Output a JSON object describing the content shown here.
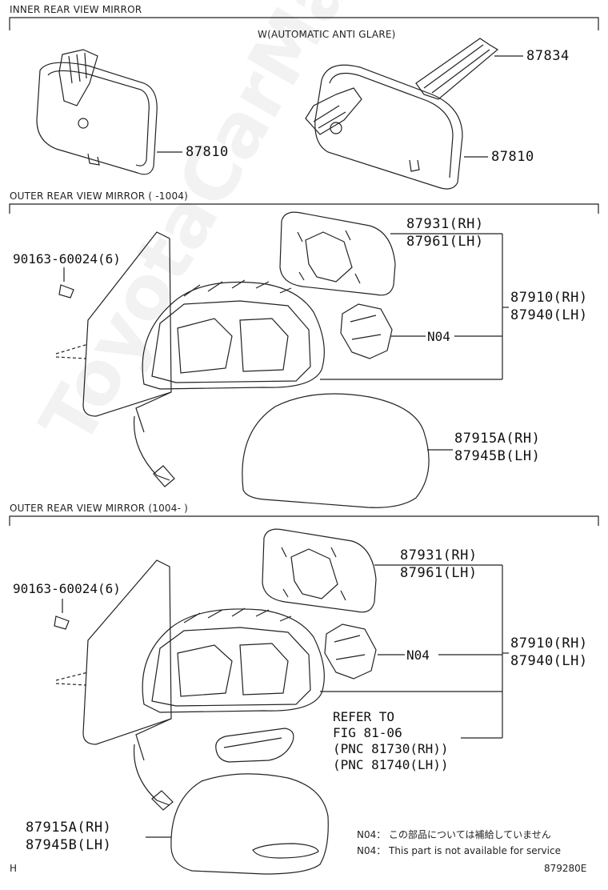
{
  "sections": {
    "inner": "INNER REAR VIEW MIRROR",
    "outer1": "OUTER REAR VIEW MIRROR (    -1004)",
    "outer2": "OUTER REAR VIEW MIRROR (1004-    )"
  },
  "inner": {
    "variant_label": "W(AUTOMATIC ANTI GLARE)",
    "p87810_a": "87810",
    "p87810_b": "87810",
    "p87834": "87834"
  },
  "outer1": {
    "bolt": "90163-60024(6)",
    "glass_rh": "87931(RH)",
    "glass_lh": "87961(LH)",
    "assy_rh": "87910(RH)",
    "assy_lh": "87940(LH)",
    "n04": "N04",
    "cover_rh": "87915A(RH)",
    "cover_lh": "87945B(LH)"
  },
  "outer2": {
    "bolt": "90163-60024(6)",
    "glass_rh": "87931(RH)",
    "glass_lh": "87961(LH)",
    "assy_rh": "87910(RH)",
    "assy_lh": "87940(LH)",
    "n04": "N04",
    "refer_1": "REFER TO",
    "refer_2": "FIG 81-06",
    "refer_3": "(PNC 81730(RH))",
    "refer_4": "(PNC 81740(LH))",
    "cover_rh": "87915A(RH)",
    "cover_lh": "87945B(LH)"
  },
  "notes": {
    "jp": "N04： この部品については補給していません",
    "en": "N04： This part is not available for service"
  },
  "footer": {
    "left": "H",
    "right": "879280E"
  },
  "watermark": "ToyotaCarManuals.ru"
}
